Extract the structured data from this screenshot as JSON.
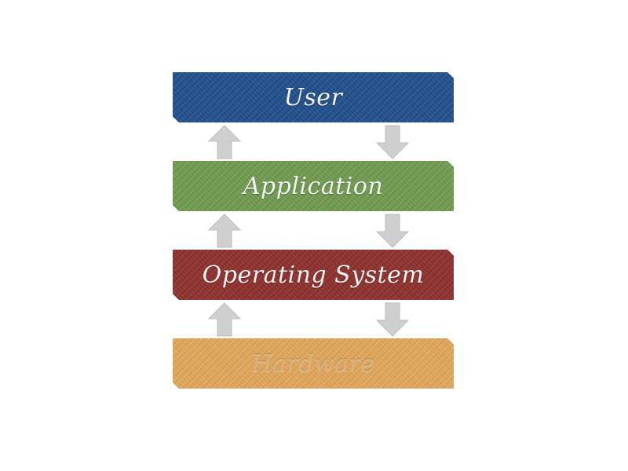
{
  "layers": [
    {
      "key": "user",
      "label": "User",
      "color": "#1f4e8c"
    },
    {
      "key": "application",
      "label": "Application",
      "color": "#6f9b4e"
    },
    {
      "key": "os",
      "label": "Operating System",
      "color": "#8e2e2b"
    },
    {
      "key": "hardware",
      "label": "Hardware",
      "color": "#e3a75a"
    }
  ],
  "arrows": {
    "up_icon": "up-arrow-icon",
    "down_icon": "down-arrow-icon",
    "color": "#cfcfcf"
  }
}
